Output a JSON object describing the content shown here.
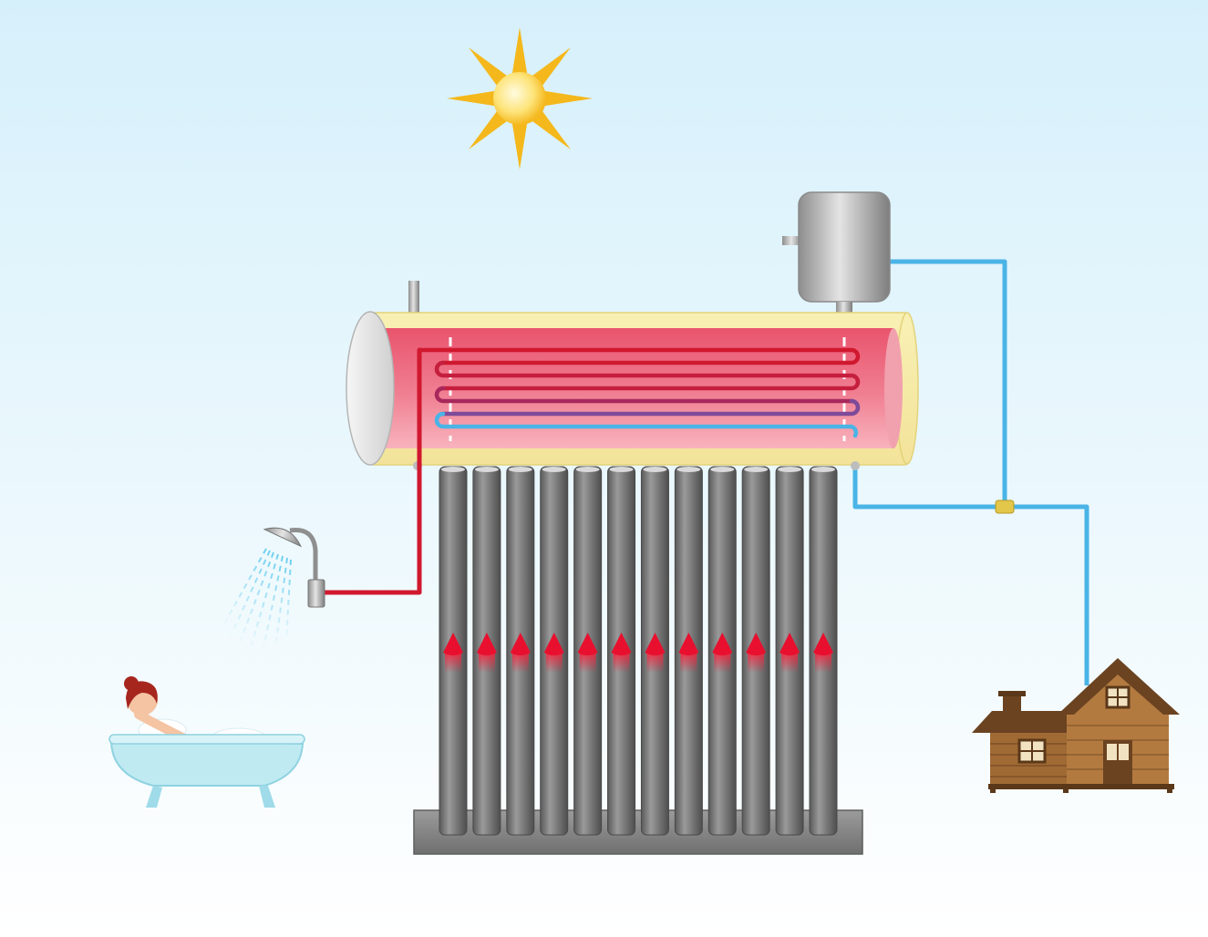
{
  "scene": {
    "colors": {
      "sky_top": "#d8f1fb",
      "sky_bottom": "#ffffff",
      "sun": "#f4b81c",
      "sun_core": "#fff3a8",
      "hot_pipe": "#d0182f",
      "cold_pipe": "#4ab4e6",
      "tank_jacket": "#f7efb0",
      "tank_inner": "#ec6d82",
      "tube": "#6e6e6e",
      "heat_arrow": "#e8102e",
      "house_wood": "#a06a34",
      "house_roof": "#6b4321",
      "bath": "#bfeaf2",
      "hair": "#a6261e"
    },
    "components": {
      "sun": "sun-icon",
      "vacuum_tubes": 12,
      "heat_arrows": 12,
      "coil_loops": 5,
      "expansion_tank": "expansion-tank",
      "shower": "shower-icon",
      "bathtub": "bathtub-icon",
      "house": "house-icon"
    }
  }
}
